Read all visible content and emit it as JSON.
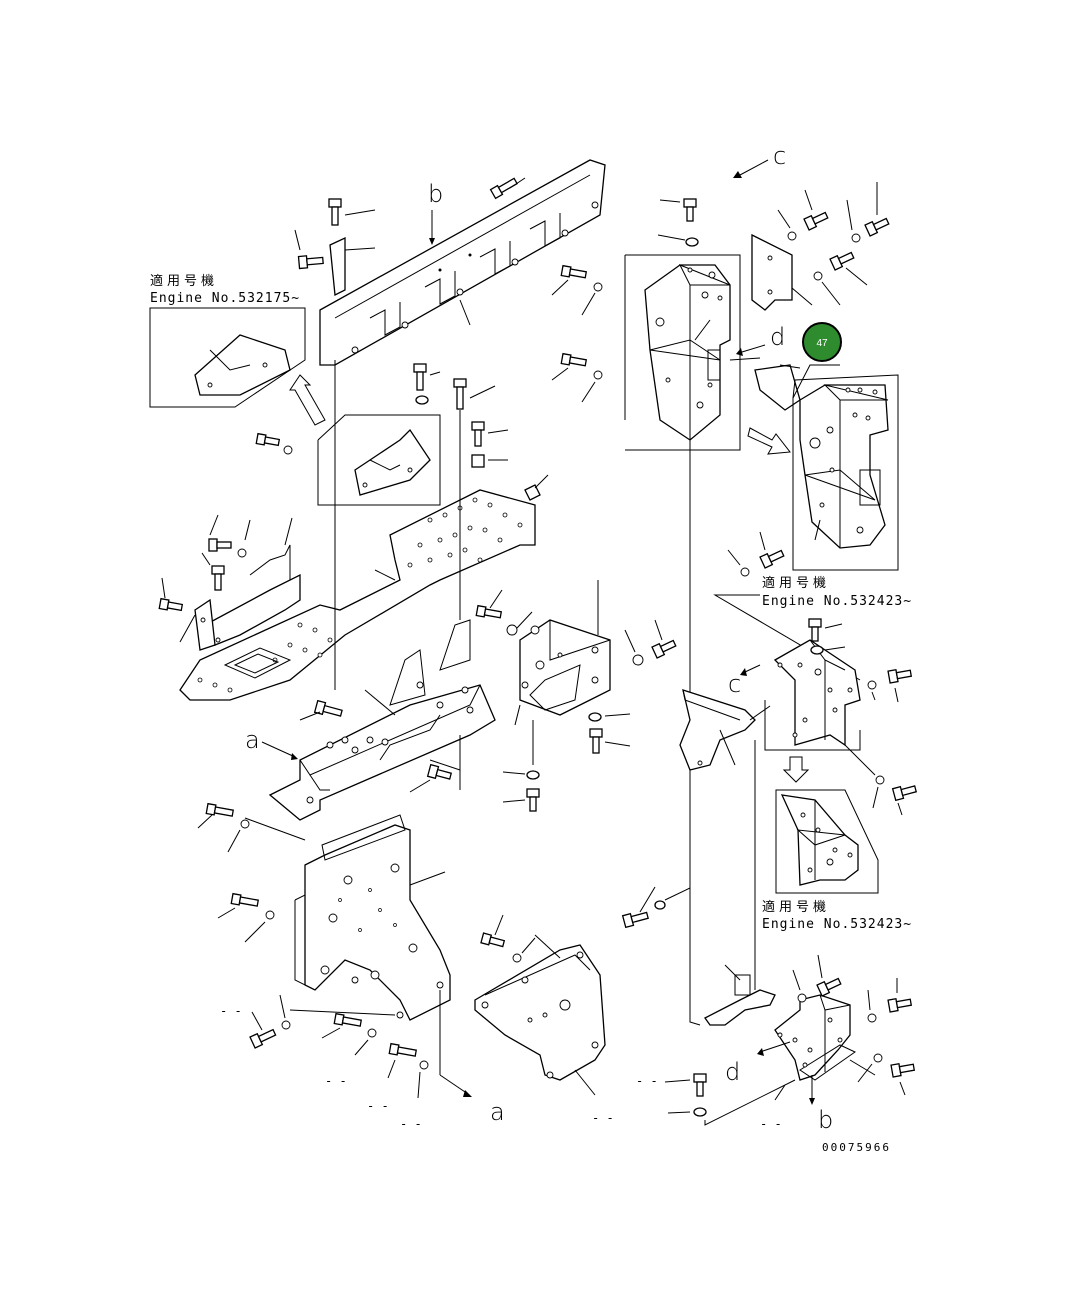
{
  "notes": [
    {
      "jp": "適用号機",
      "engine": "Engine No.532175~"
    },
    {
      "jp": "適用号機",
      "engine": "Engine No.532423~"
    },
    {
      "jp": "適用号機",
      "engine": "Engine No.532423~"
    }
  ],
  "refs": {
    "a1": "a",
    "a2": "a",
    "b1": "b",
    "b2": "b",
    "c1": "c",
    "c2": "c",
    "d1": "d",
    "d2": "d"
  },
  "callout": {
    "label": "47",
    "color": "#2e8b2e"
  },
  "drawing_code": "00075966",
  "dashes": [
    "- -",
    "- -",
    "- -",
    "- -",
    "- -",
    "- -",
    "- -"
  ]
}
